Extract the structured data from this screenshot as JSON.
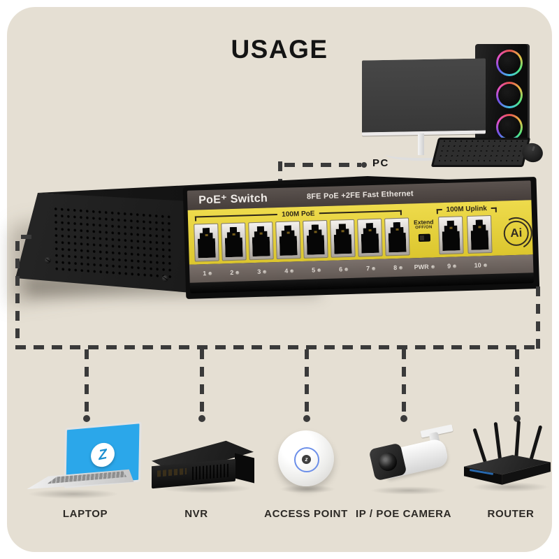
{
  "page": {
    "title": "USAGE"
  },
  "pc": {
    "label": "PC"
  },
  "switch": {
    "name_label": "PoE⁺ Switch",
    "subtitle": "8FE PoE +2FE Fast Ethernet",
    "poe_group_label": "100M PoE",
    "uplink_group_label": "100M Uplink",
    "extend_label": "Extend",
    "extend_modes": "OFF/ON",
    "pwr_label": "PWR",
    "logo_text": "Ai",
    "poe_ports": [
      "1",
      "2",
      "3",
      "4",
      "5",
      "6",
      "7",
      "8"
    ],
    "uplink_ports": [
      "9",
      "10"
    ]
  },
  "devices": [
    {
      "id": "laptop",
      "label": "LAPTOP"
    },
    {
      "id": "nvr",
      "label": "NVR"
    },
    {
      "id": "access-point",
      "label": "ACCESS POINT"
    },
    {
      "id": "ip-poe-camera",
      "label": "IP / POE CAMERA"
    },
    {
      "id": "router",
      "label": "ROUTER"
    }
  ],
  "colors": {
    "frame": "#ffffff",
    "bg": "#e5dfd3",
    "dash": "#3a3a3a",
    "ink": "#141414",
    "yellow": "#eedb4c",
    "strip": "#7b716c",
    "screenblue": "#2ba7ea",
    "apring": "#6c8fe9"
  }
}
